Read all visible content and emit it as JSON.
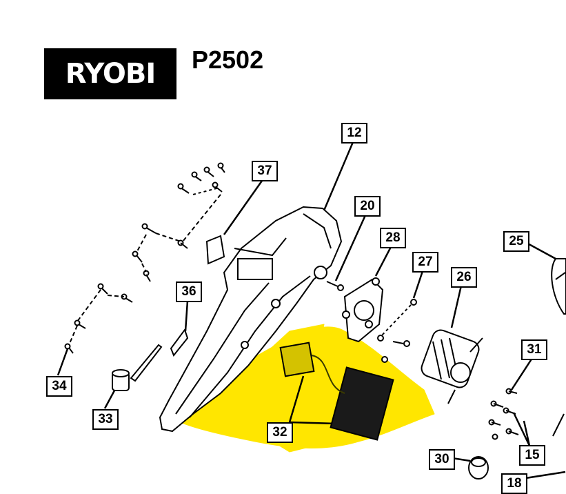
{
  "brand": {
    "logo_text": "RYOBI",
    "model": "P2502"
  },
  "highlight_color": "#ffe600",
  "callouts": [
    {
      "id": "c12",
      "label": "12"
    },
    {
      "id": "c20",
      "label": "20"
    },
    {
      "id": "c28",
      "label": "28"
    },
    {
      "id": "c27",
      "label": "27"
    },
    {
      "id": "c26",
      "label": "26"
    },
    {
      "id": "c25",
      "label": "25"
    },
    {
      "id": "c37",
      "label": "37"
    },
    {
      "id": "c36",
      "label": "36"
    },
    {
      "id": "c34",
      "label": "34"
    },
    {
      "id": "c33",
      "label": "33"
    },
    {
      "id": "c32",
      "label": "32"
    },
    {
      "id": "c31",
      "label": "31"
    },
    {
      "id": "c15",
      "label": "15"
    },
    {
      "id": "c30",
      "label": "30"
    },
    {
      "id": "c18",
      "label": "18"
    }
  ]
}
